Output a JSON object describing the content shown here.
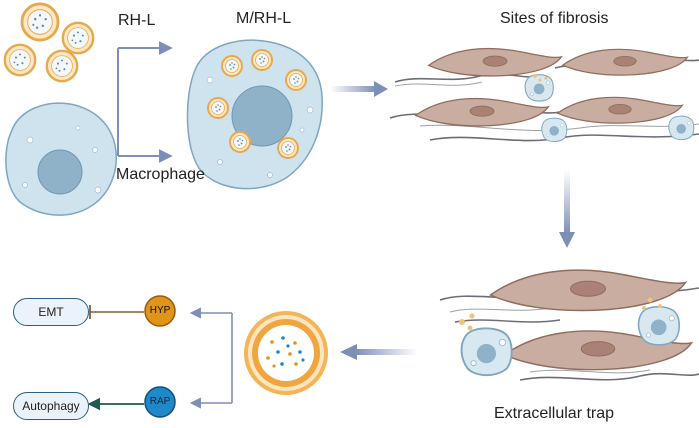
{
  "labels": {
    "rh_l": "RH-L",
    "m_rh_l": "M/RH-L",
    "sites_of_fibrosis": "Sites of fibrosis",
    "macrophage": "Macrophage",
    "extracellular_trap": "Extracellular trap",
    "emt": "EMT",
    "autophagy": "Autophagy",
    "hyp": "HYP",
    "rap": "RAP"
  },
  "colors": {
    "macrophage_fill": "#cfe3ee",
    "nucleus_fill": "#8fb2c9",
    "fibroblast_fill": "#c9ada0",
    "arrow_blue": "#7d8fb8",
    "hyp_orange": "#e0941a",
    "rap_blue": "#1e88c9",
    "inhibit_brown": "#8b5a36",
    "activate_green": "#1f5b4e"
  }
}
